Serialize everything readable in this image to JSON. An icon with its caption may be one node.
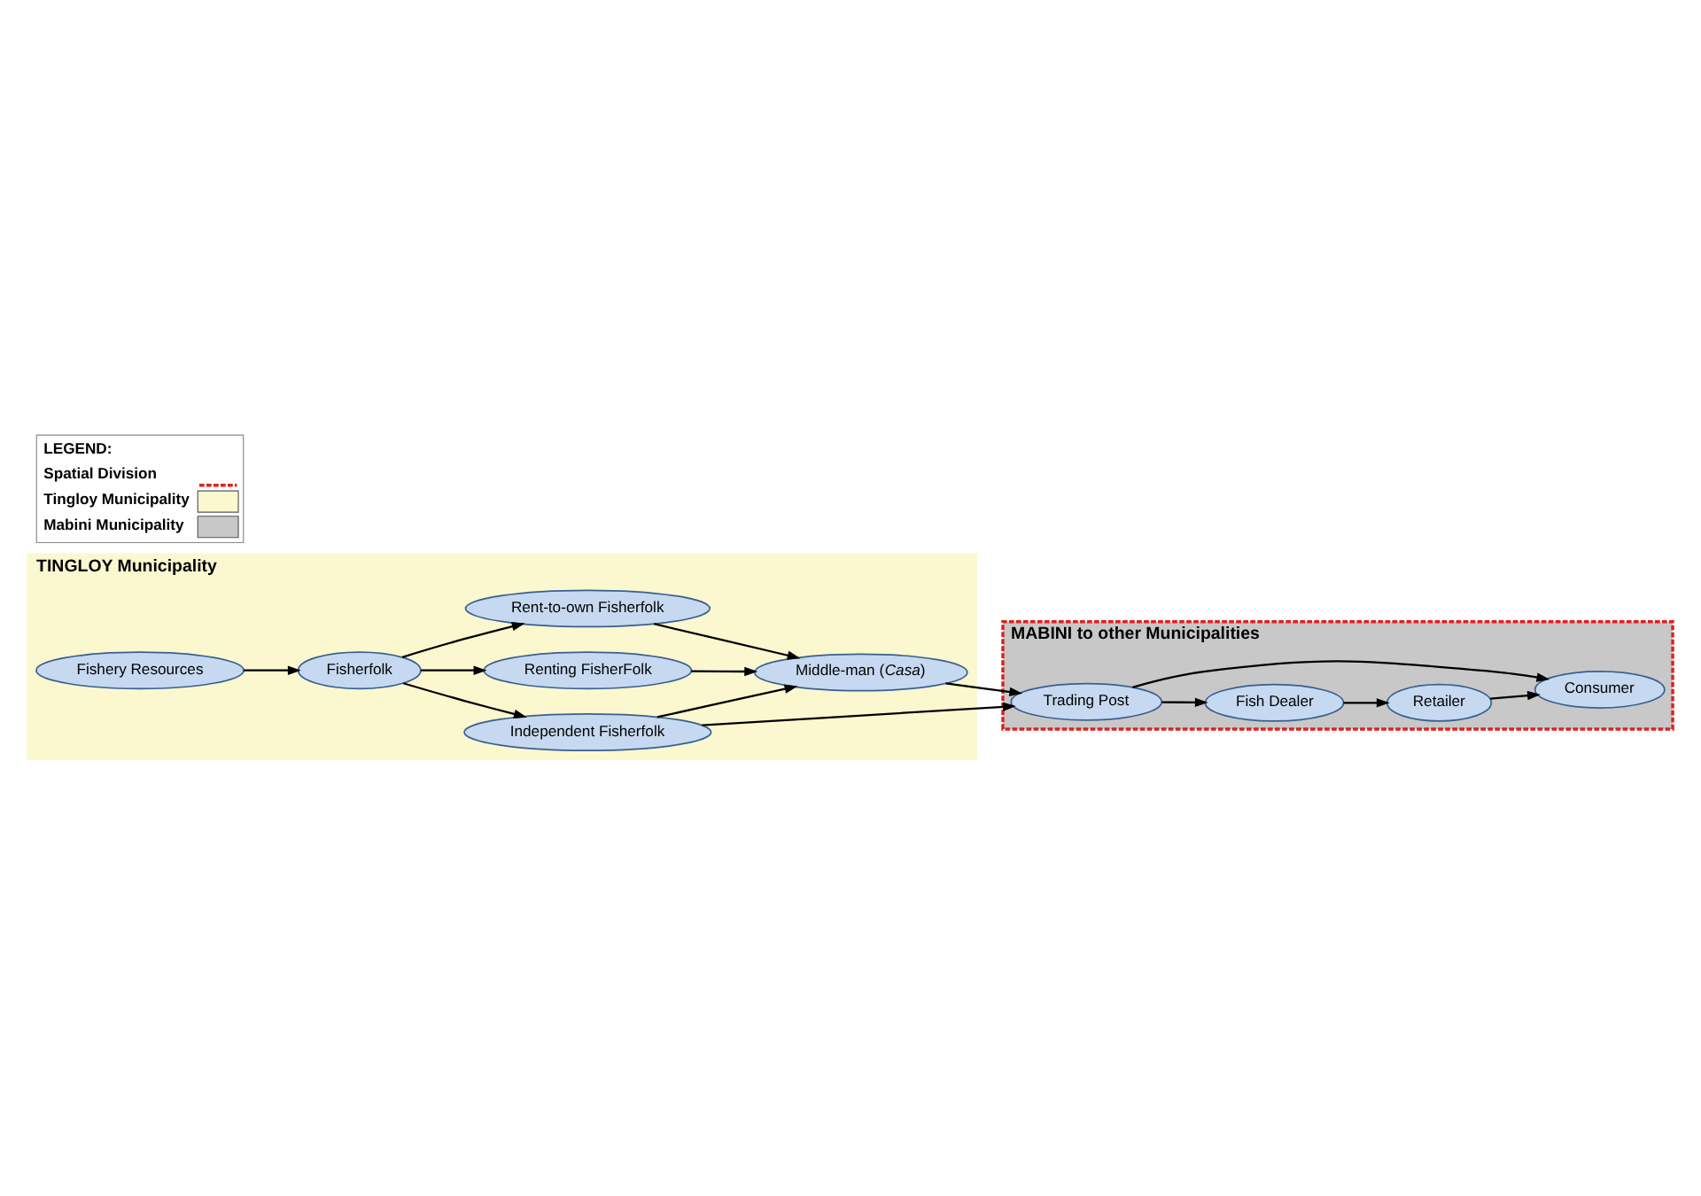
{
  "diagram": {
    "nodes": [
      {
        "text": [
          "TINGLOY Municipality"
        ]
      },
      {
        "text": [
          "Fishery Resources"
        ],
        "in": 0
      },
      {
        "text": [
          "Fisherfolk"
        ],
        "in": 0
      },
      {
        "text": [
          "Renting FisherFolk"
        ],
        "in": 0
      },
      {
        "text": [
          "Rent-to-own Fisherfolk"
        ],
        "in": 0
      },
      {
        "text": [
          "Independent Fisherfolk"
        ],
        "in": 0
      },
      {
        "text": [
          "Middle-man (*Casa*)"
        ],
        "in": 0
      },
      {
        "text": [
          "MABINI to other Municipalities"
        ]
      },
      {
        "text": [
          "Trading Post"
        ],
        "in": 7
      },
      {
        "text": [
          "Fish Dealer"
        ],
        "in": 7
      },
      {
        "text": [
          "Retailer"
        ],
        "in": 7
      },
      {
        "text": [
          "Consumer"
        ],
        "in": 7
      }
    ],
    "edges": [
      {
        "from": 1,
        "to": 2,
        "arrow": "to"
      },
      {
        "from": 2,
        "to": 3,
        "arrow": "to"
      },
      {
        "from": 2,
        "to": 4,
        "arrow": "to"
      },
      {
        "from": 2,
        "to": 5,
        "arrow": "to"
      },
      {
        "from": 3,
        "to": 6,
        "arrow": "to"
      },
      {
        "from": 4,
        "to": 6,
        "arrow": "to"
      },
      {
        "from": 5,
        "to": 6,
        "arrow": "to"
      },
      {
        "from": 5,
        "to": 8,
        "arrow": "to"
      },
      {
        "from": 6,
        "to": 8,
        "arrow": "to"
      },
      {
        "from": 8,
        "to": 9,
        "arrow": "to"
      },
      {
        "from": 9,
        "to": 10,
        "arrow": "to"
      },
      {
        "from": 10,
        "to": 11,
        "arrow": "to"
      },
      {
        "from": 8,
        "to": 11,
        "arrow": "to"
      }
    ],
    "labels": [
      "LEGEND:"
    ],
    "legend": [
      {
        "text": "Spatial Division"
      },
      {
        "text": "Tingloy Municipality",
        "color": "#fbf7cf"
      },
      {
        "text": "Mabini Municipality",
        "color": "#c8c8c8"
      }
    ]
  }
}
